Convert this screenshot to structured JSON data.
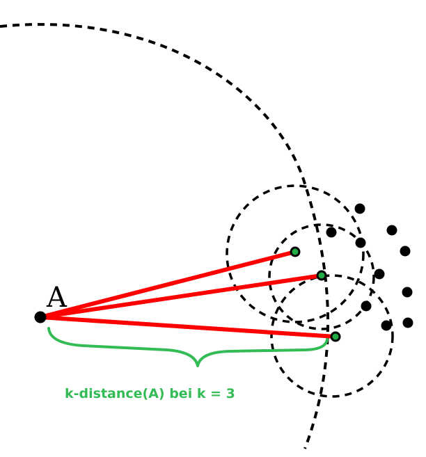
{
  "diagram": {
    "point_label": "A",
    "caption": "k-distance(A) bei k = 3",
    "colors": {
      "distance_line": "#ff0000",
      "neighbor_fill": "#22aa44",
      "brace": "#33bb55",
      "caption": "#33bb55",
      "circle": "#000000",
      "point": "#000000"
    },
    "k": 3
  }
}
